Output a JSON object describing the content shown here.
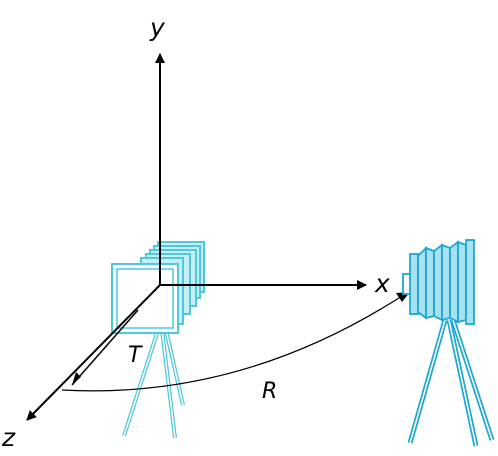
{
  "axes": {
    "x_label": "x",
    "y_label": "y",
    "z_label": "z"
  },
  "labels": {
    "translation": "T",
    "rotation": "R"
  },
  "colors": {
    "axis": "#000000",
    "camera_near": "#4fc8dc",
    "camera_far": "#1ea8d2",
    "camera_fill": "#c8eef5",
    "camera_fill_far": "#a6e2f0"
  }
}
